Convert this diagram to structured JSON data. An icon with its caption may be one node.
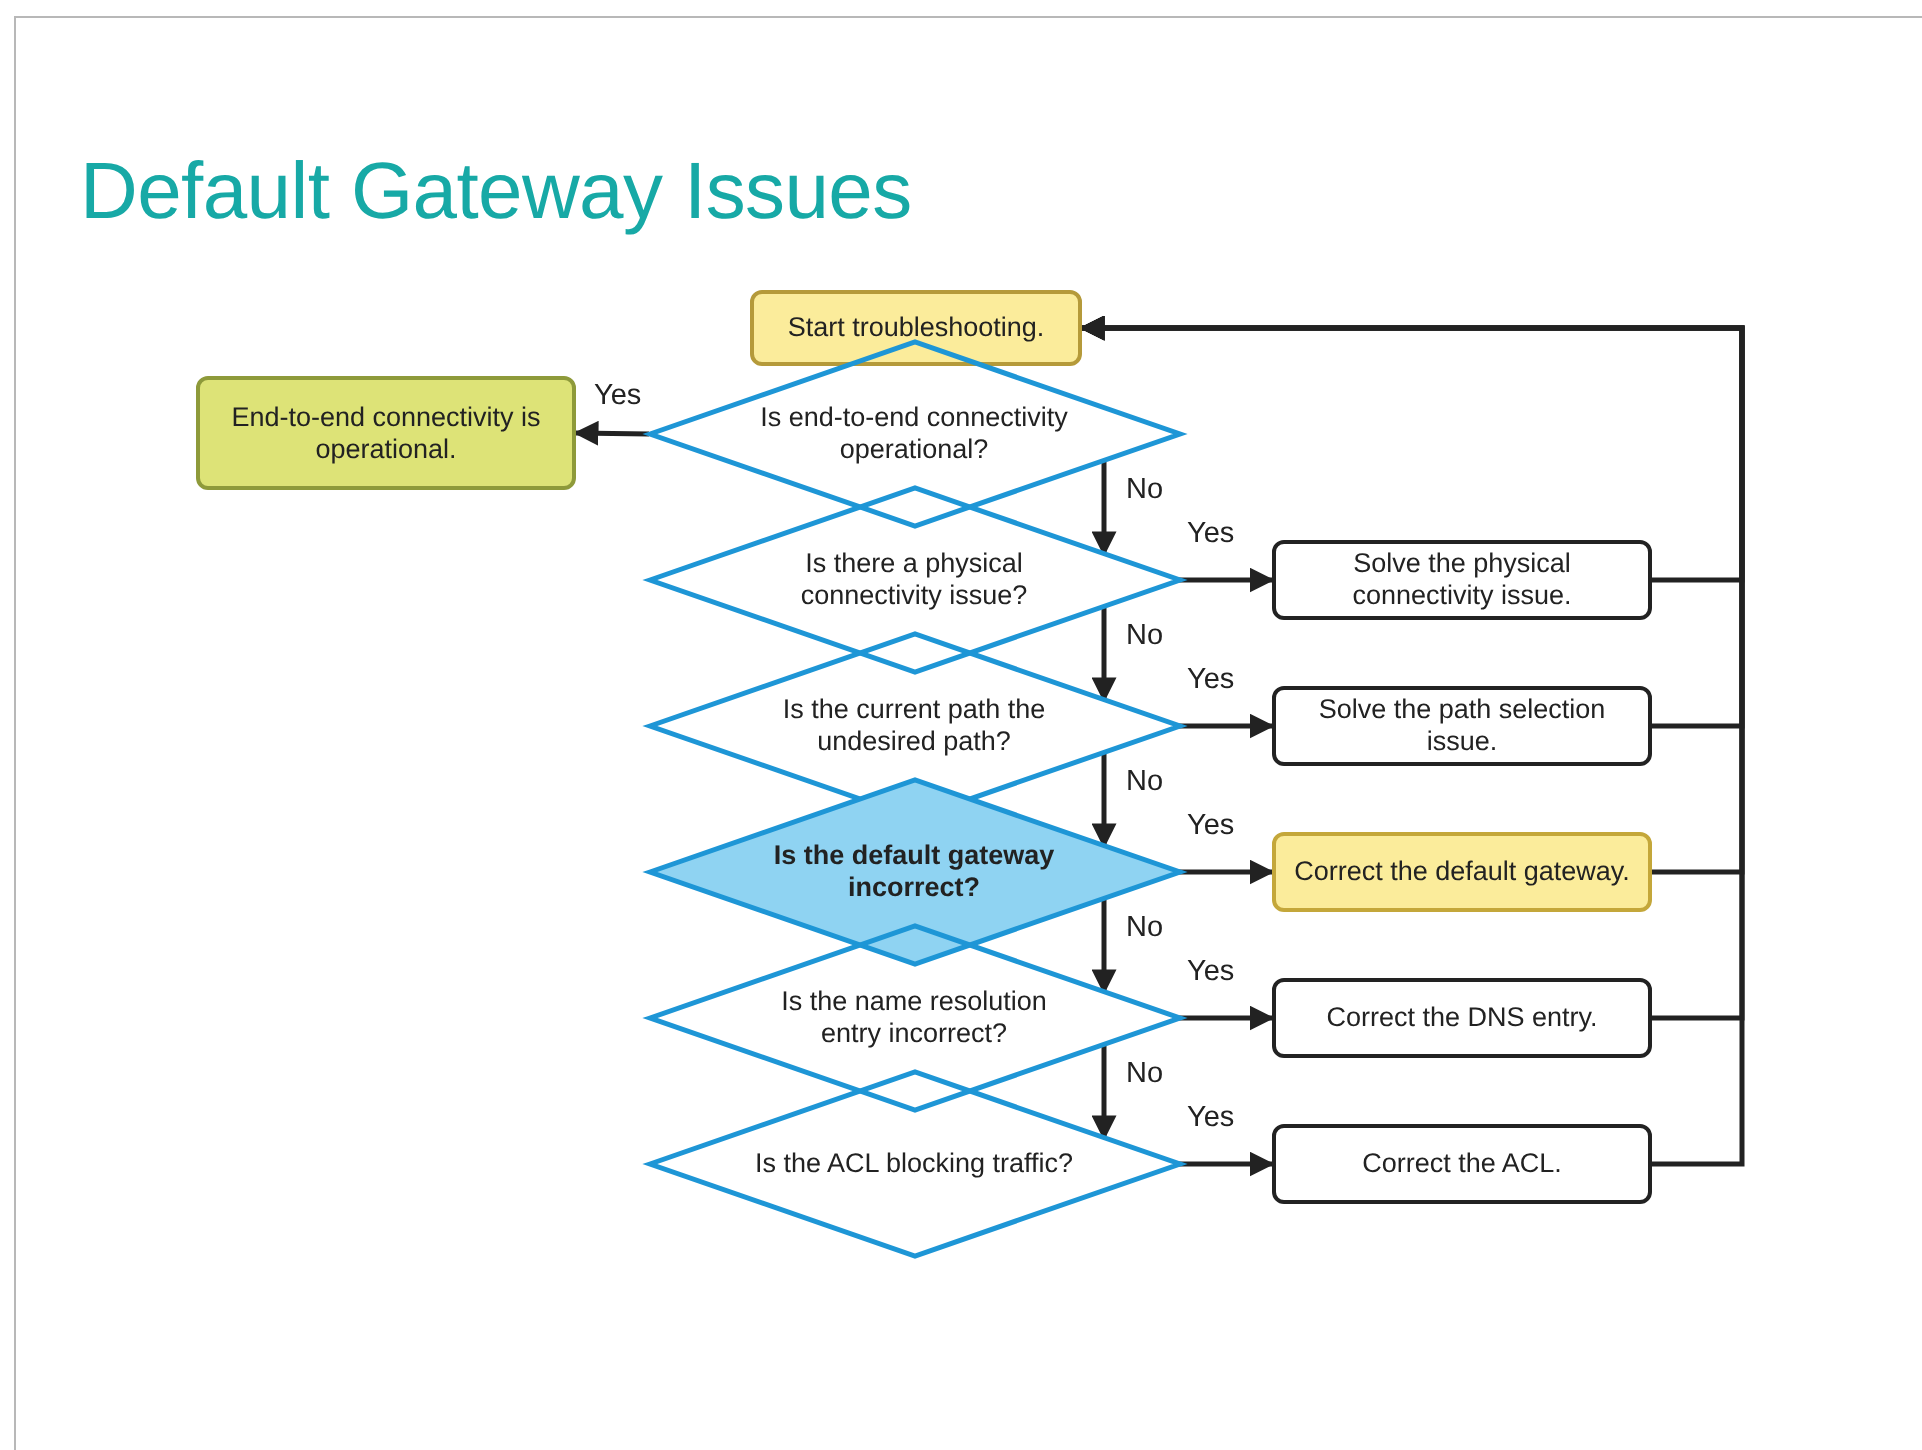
{
  "diagram": {
    "title": "Default Gateway Issues",
    "nodes": [
      {
        "text": [
          "Start troubleshooting."
        ]
      },
      {
        "text": [
          "Is end-to-end connectivity operational?"
        ]
      },
      {
        "text": [
          "End-to-end connectivity is operational."
        ]
      },
      {
        "text": [
          "Is there a physical connectivity issue?"
        ]
      },
      {
        "text": [
          "Solve the physical connectivity issue."
        ]
      },
      {
        "text": [
          "Is the current path the undesired path?"
        ]
      },
      {
        "text": [
          "Solve the path selection issue."
        ]
      },
      {
        "text": [
          "Is the default gateway incorrect?"
        ]
      },
      {
        "text": [
          "Correct the default gateway."
        ]
      },
      {
        "text": [
          "Is the name resolution entry incorrect?"
        ]
      },
      {
        "text": [
          "Correct the DNS entry."
        ]
      },
      {
        "text": [
          "Is the ACL blocking traffic?"
        ]
      },
      {
        "text": [
          "Correct the ACL."
        ]
      }
    ],
    "edges": [
      {
        "from": 1,
        "to": 2,
        "arrow": "to",
        "label": "Yes"
      },
      {
        "from": 1,
        "to": 3,
        "arrow": "to",
        "label": "No"
      },
      {
        "from": 3,
        "to": 4,
        "arrow": "to",
        "label": "Yes"
      },
      {
        "from": 3,
        "to": 5,
        "arrow": "to",
        "label": "No"
      },
      {
        "from": 5,
        "to": 6,
        "arrow": "to",
        "label": "Yes"
      },
      {
        "from": 5,
        "to": 7,
        "arrow": "to",
        "label": "No"
      },
      {
        "from": 7,
        "to": 8,
        "arrow": "to",
        "label": "Yes"
      },
      {
        "from": 7,
        "to": 9,
        "arrow": "to",
        "label": "No"
      },
      {
        "from": 9,
        "to": 10,
        "arrow": "to",
        "label": "Yes"
      },
      {
        "from": 9,
        "to": 11,
        "arrow": "to",
        "label": "No"
      },
      {
        "from": 11,
        "to": 12,
        "arrow": "to",
        "label": "Yes"
      },
      {
        "from": 4,
        "to": 0,
        "arrow": "to"
      },
      {
        "from": 6,
        "to": 0,
        "arrow": "to"
      },
      {
        "from": 8,
        "to": 0,
        "arrow": "to"
      },
      {
        "from": 10,
        "to": 0,
        "arrow": "to"
      },
      {
        "from": 12,
        "to": 0,
        "arrow": "to"
      }
    ]
  }
}
